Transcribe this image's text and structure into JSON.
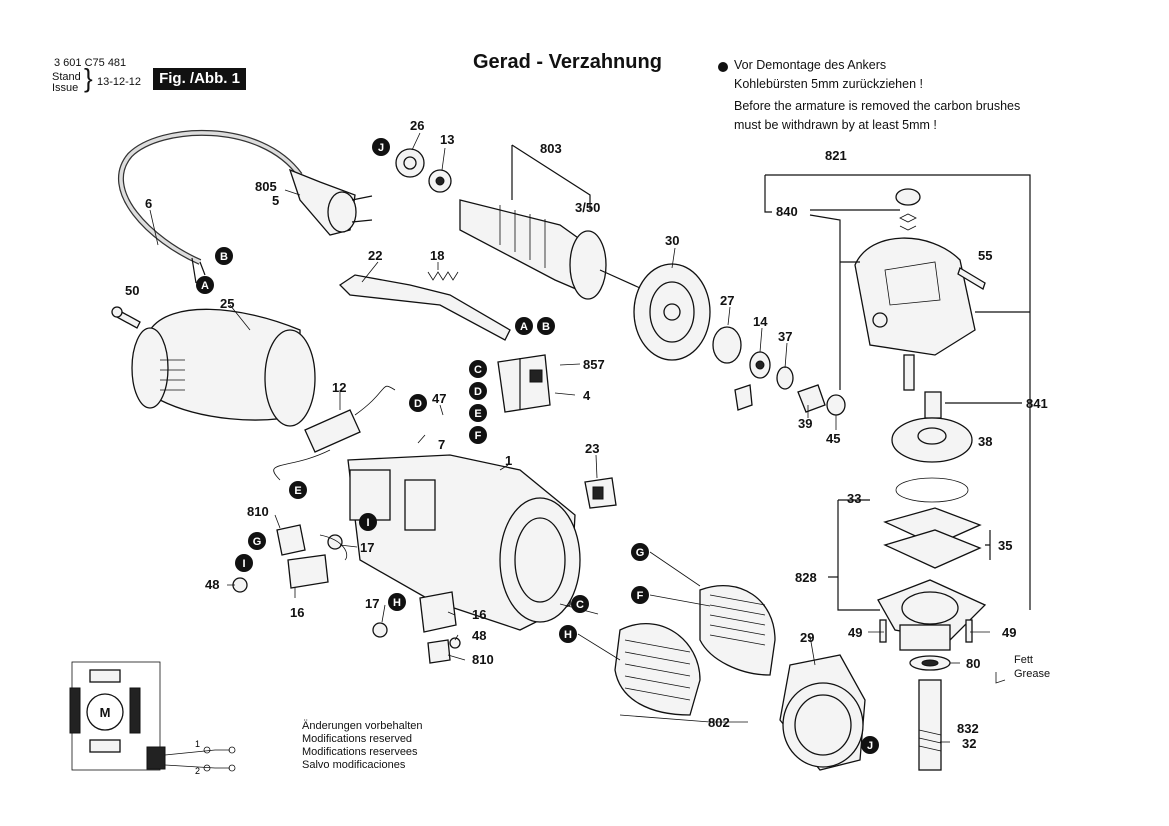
{
  "header": {
    "doc_number": "3 601 C75 481",
    "stand_label": "Stand",
    "issue_label": "Issue",
    "date": "13-12-12",
    "fig_label": "Fig. /Abb. 1",
    "title": "Gerad - Verzahnung"
  },
  "note": {
    "de_line1": "Vor Demontage des Ankers",
    "de_line2": "Kohlebürsten 5mm zurückziehen !",
    "en_line1": "Before the armature is removed the carbon brushes",
    "en_line2": "must be withdrawn by at least 5mm !"
  },
  "footer": {
    "line1": "Änderungen vorbehalten",
    "line2": "Modifications reserved",
    "line3": "Modifications reservees",
    "line4": "Salvo modificaciones"
  },
  "grease": {
    "de": "Fett",
    "en": "Grease"
  },
  "schematic": {
    "motor": "M",
    "switch1": "1",
    "switch2": "2"
  },
  "part_labels": [
    "26",
    "13",
    "803",
    "3/50",
    "805",
    "5",
    "6",
    "22",
    "18",
    "30",
    "27",
    "14",
    "37",
    "39",
    "45",
    "50",
    "25",
    "12",
    "47",
    "857",
    "4",
    "7",
    "1",
    "23",
    "810",
    "17",
    "48",
    "16",
    "17",
    "16",
    "48",
    "810",
    "821",
    "840",
    "55",
    "841",
    "38",
    "33",
    "35",
    "828",
    "49",
    "49",
    "80",
    "832",
    "32",
    "29",
    "802"
  ],
  "connector_marks": [
    "J",
    "B",
    "A",
    "A",
    "B",
    "C",
    "D",
    "E",
    "F",
    "D",
    "E",
    "I",
    "G",
    "I",
    "H",
    "G",
    "F",
    "C",
    "H",
    "J"
  ]
}
